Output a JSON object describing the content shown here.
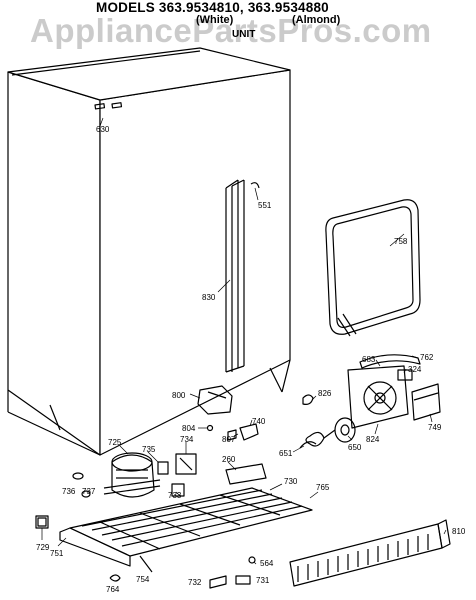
{
  "header": {
    "models": "MODELS 363.9534810, 363.9534880",
    "white": "(White)",
    "almond": "(Almond)",
    "unit": "UNIT"
  },
  "watermark": "AppliancePartsPros.com",
  "parts": [
    {
      "id": "p630",
      "label": "630"
    },
    {
      "id": "p551",
      "label": "551"
    },
    {
      "id": "p830",
      "label": "830"
    },
    {
      "id": "p758",
      "label": "758"
    },
    {
      "id": "p683",
      "label": "683"
    },
    {
      "id": "p762",
      "label": "762"
    },
    {
      "id": "p324",
      "label": "324"
    },
    {
      "id": "p749",
      "label": "749"
    },
    {
      "id": "p800",
      "label": "800"
    },
    {
      "id": "p826",
      "label": "826"
    },
    {
      "id": "p740",
      "label": "740"
    },
    {
      "id": "p804",
      "label": "804"
    },
    {
      "id": "p734",
      "label": "734"
    },
    {
      "id": "p807",
      "label": "807"
    },
    {
      "id": "p725",
      "label": "725"
    },
    {
      "id": "p735",
      "label": "735"
    },
    {
      "id": "p260",
      "label": "260"
    },
    {
      "id": "p651",
      "label": "651"
    },
    {
      "id": "p650",
      "label": "650"
    },
    {
      "id": "p824",
      "label": "824"
    },
    {
      "id": "p736",
      "label": "736"
    },
    {
      "id": "p737",
      "label": "737"
    },
    {
      "id": "p733",
      "label": "733"
    },
    {
      "id": "p730",
      "label": "730"
    },
    {
      "id": "p765",
      "label": "765"
    },
    {
      "id": "p729",
      "label": "729"
    },
    {
      "id": "p751",
      "label": "751"
    },
    {
      "id": "p810",
      "label": "810"
    },
    {
      "id": "p754",
      "label": "754"
    },
    {
      "id": "p732",
      "label": "732"
    },
    {
      "id": "p564",
      "label": "564"
    },
    {
      "id": "p731",
      "label": "731"
    },
    {
      "id": "p764",
      "label": "764"
    }
  ]
}
